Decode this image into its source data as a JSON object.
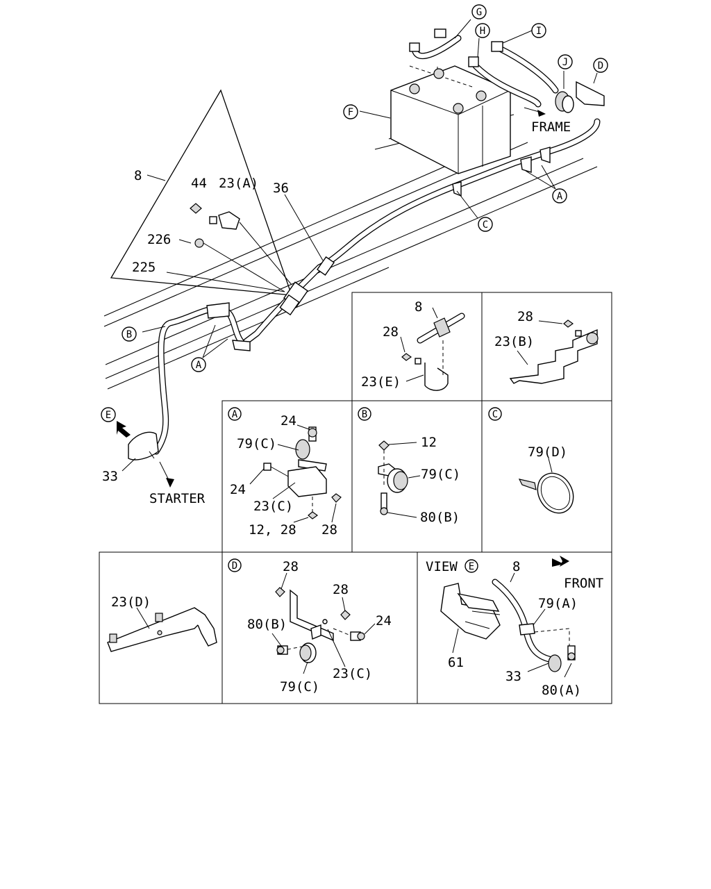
{
  "callouts": {
    "G": "G",
    "H": "H",
    "I": "I",
    "J": "J",
    "D": "D",
    "F": "F",
    "A_top": "A",
    "C_top": "C",
    "B_left": "B",
    "A_left": "A",
    "E_left": "E"
  },
  "labels": {
    "frame": "FRAME",
    "starter": "STARTER",
    "n8": "8",
    "n44": "44",
    "n23a": "23(A)",
    "n36": "36",
    "n226": "226",
    "n225": "225",
    "n33": "33"
  },
  "panels": {
    "top_left": {
      "l8": "8",
      "l28": "28",
      "l23e": "23(E)"
    },
    "top_right": {
      "l28": "28",
      "l23b": "23(B)"
    },
    "a": {
      "tag": "A",
      "l24a": "24",
      "l79c": "79(C)",
      "l24b": "24",
      "l23c": "23(C)",
      "l1228": "12, 28",
      "l28": "28"
    },
    "b": {
      "tag": "B",
      "l12": "12",
      "l79c": "79(C)",
      "l80b": "80(B)"
    },
    "c": {
      "tag": "C",
      "l79d": "79(D)"
    },
    "d23": {
      "l23d": "23(D)"
    },
    "d": {
      "tag": "D",
      "l28a": "28",
      "l28b": "28",
      "l80b": "80(B)",
      "l24": "24",
      "l79c": "79(C)",
      "l23c": "23(C)"
    },
    "view": {
      "view_word": "VIEW",
      "view_tag": "E",
      "l8": "8",
      "front": "FRONT",
      "l79a": "79(A)",
      "l61": "61",
      "l33": "33",
      "l80a": "80(A)"
    }
  }
}
